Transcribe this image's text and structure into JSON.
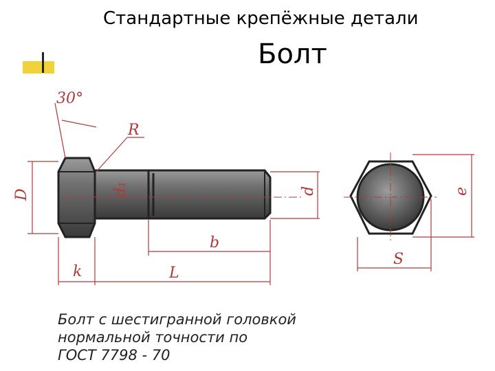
{
  "slide": {
    "subtitle": "Стандартные крепёжные детали",
    "title": "Болт"
  },
  "drawing": {
    "labels": {
      "angle": "30°",
      "radius": "R",
      "head_diameter": "D",
      "shank_diameter": "d₁",
      "thread_diameter": "d",
      "thread_length": "b",
      "head_height": "k",
      "bolt_length": "L",
      "across_flats": "S",
      "across_corners": "e"
    },
    "colors": {
      "outline": "#222222",
      "dimension": "#b03a3a",
      "accent": "#f2d23a"
    }
  },
  "caption": {
    "line1": "Болт с шестигранной головкой",
    "line2": "нормальной точности по",
    "line3": "ГОСТ 7798 - 70"
  }
}
